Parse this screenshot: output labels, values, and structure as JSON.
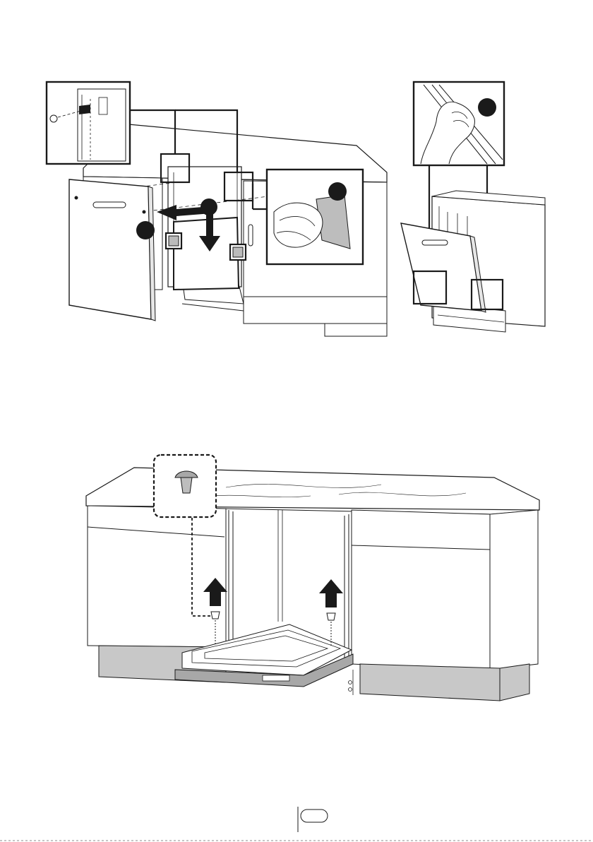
{
  "page": {
    "footer": {
      "page_number": "",
      "language_badge": ""
    }
  },
  "figures": [
    {
      "name": "figure-top-left-door-fitting"
    },
    {
      "name": "figure-top-right-door-alignment"
    },
    {
      "name": "figure-bottom-plinth-fitting"
    }
  ],
  "colors": {
    "ink": "#1a1a1a",
    "plinth_gray": "#c8c8c8",
    "panel_fill": "#ffffff",
    "shade": "#e6e6e6"
  }
}
